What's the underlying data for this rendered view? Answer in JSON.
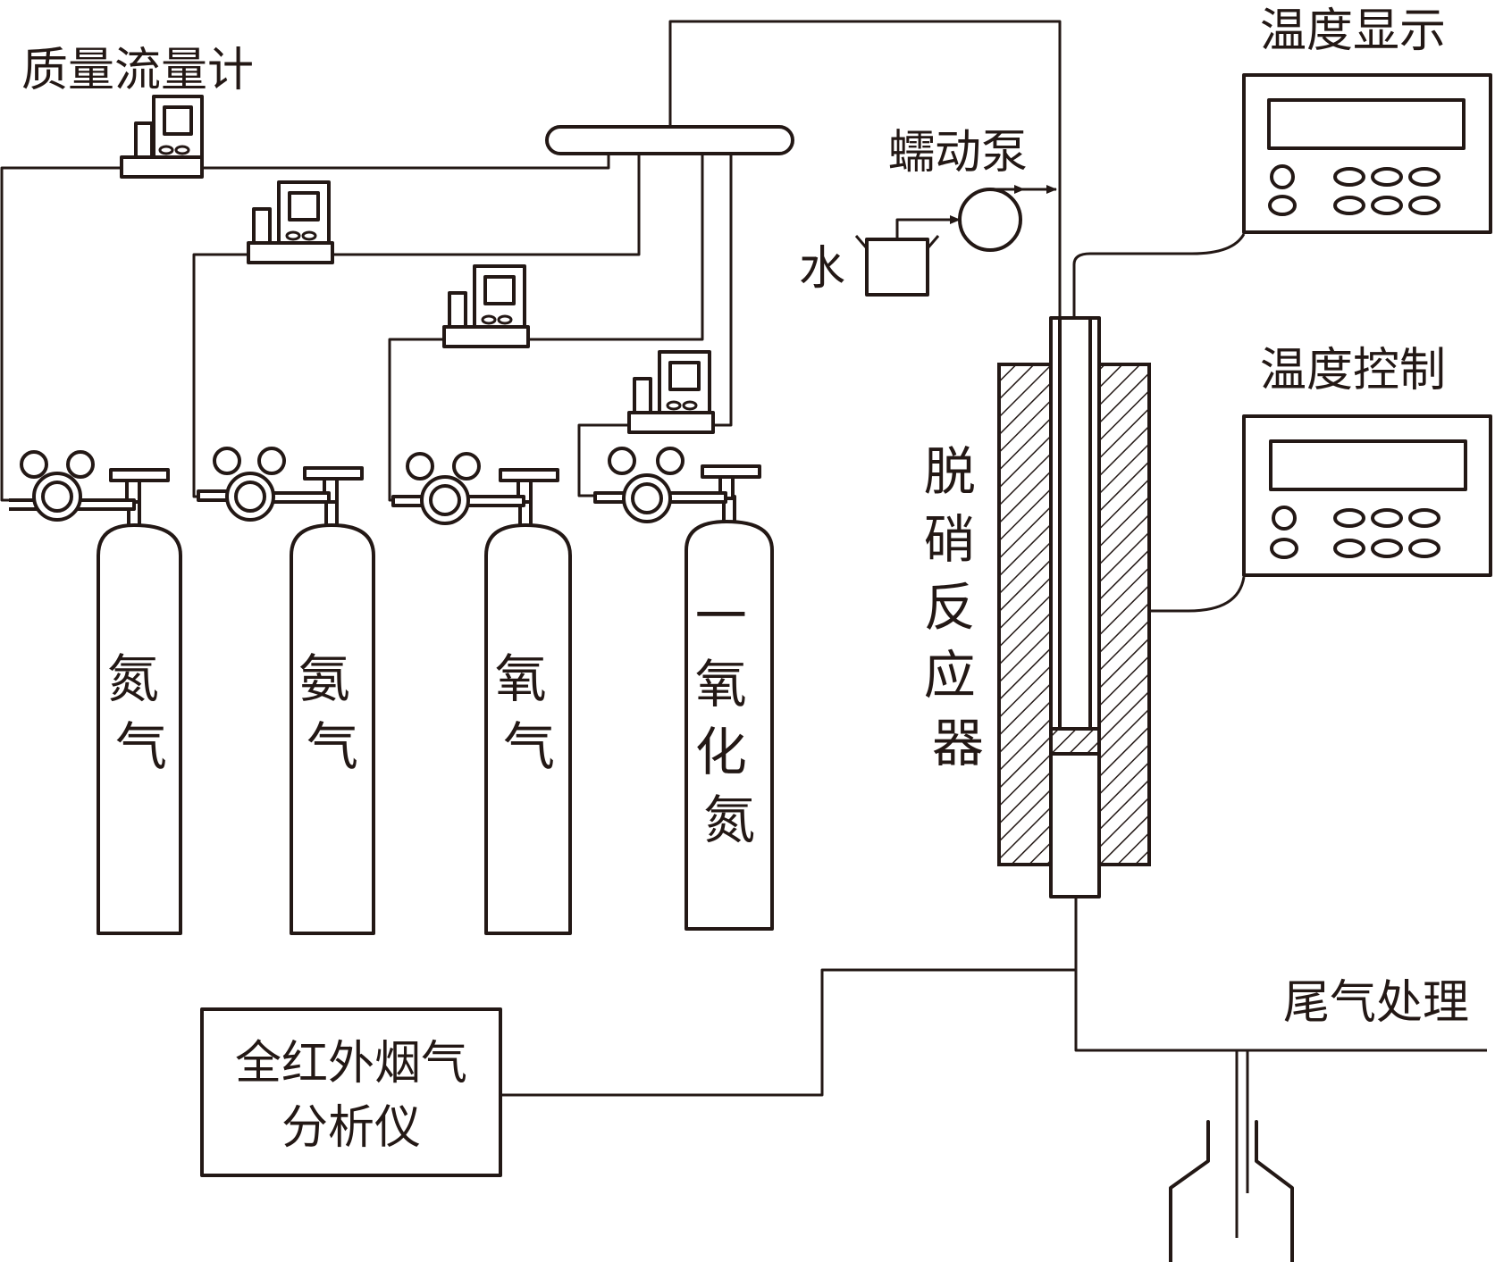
{
  "labels": {
    "mass_flow_meter": "质量流量计",
    "peristaltic_pump": "蠕动泵",
    "water": "水",
    "temperature_display": "温度显示",
    "temperature_control": "温度控制",
    "reactor": [
      "脱",
      "硝",
      "反",
      "应",
      "器"
    ],
    "tail_gas": "尾气处理",
    "analyzer_line1": "全红外烟气",
    "analyzer_line2": "分析仪"
  },
  "cylinders": [
    {
      "id": "nitrogen",
      "chars": [
        "氮",
        "气"
      ]
    },
    {
      "id": "ammonia",
      "chars": [
        "氨",
        "气"
      ]
    },
    {
      "id": "oxygen",
      "chars": [
        "氧",
        "气"
      ]
    },
    {
      "id": "nitric-oxide",
      "chars": [
        "一",
        "氧",
        "化",
        "氮"
      ]
    }
  ],
  "colors": {
    "stroke": "#231815",
    "background": "#ffffff"
  }
}
